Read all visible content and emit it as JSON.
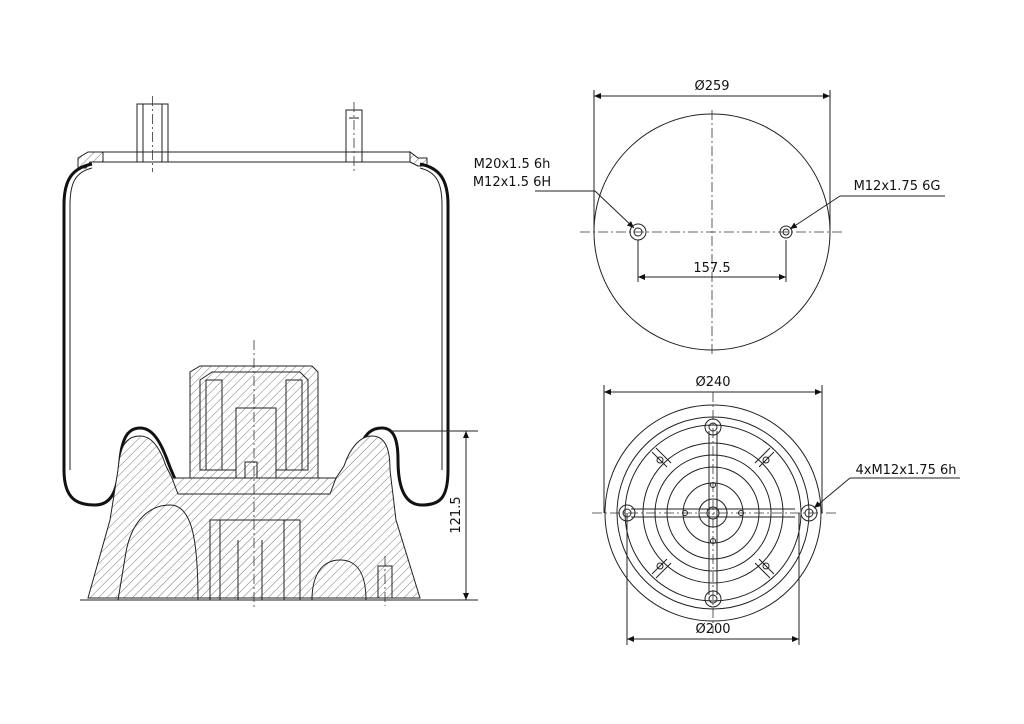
{
  "labels": {
    "top_diameter": "Ø259",
    "thread_left_1": "M20x1.5 6h",
    "thread_left_2": "M12x1.5 6H",
    "thread_right": "M12x1.75 6G",
    "bolt_spacing": "157.5",
    "base_outer_diameter": "Ø240",
    "base_bolt_thread": "4xM12x1.75 6h",
    "base_bolt_circle": "Ø200",
    "height": "121.5"
  }
}
